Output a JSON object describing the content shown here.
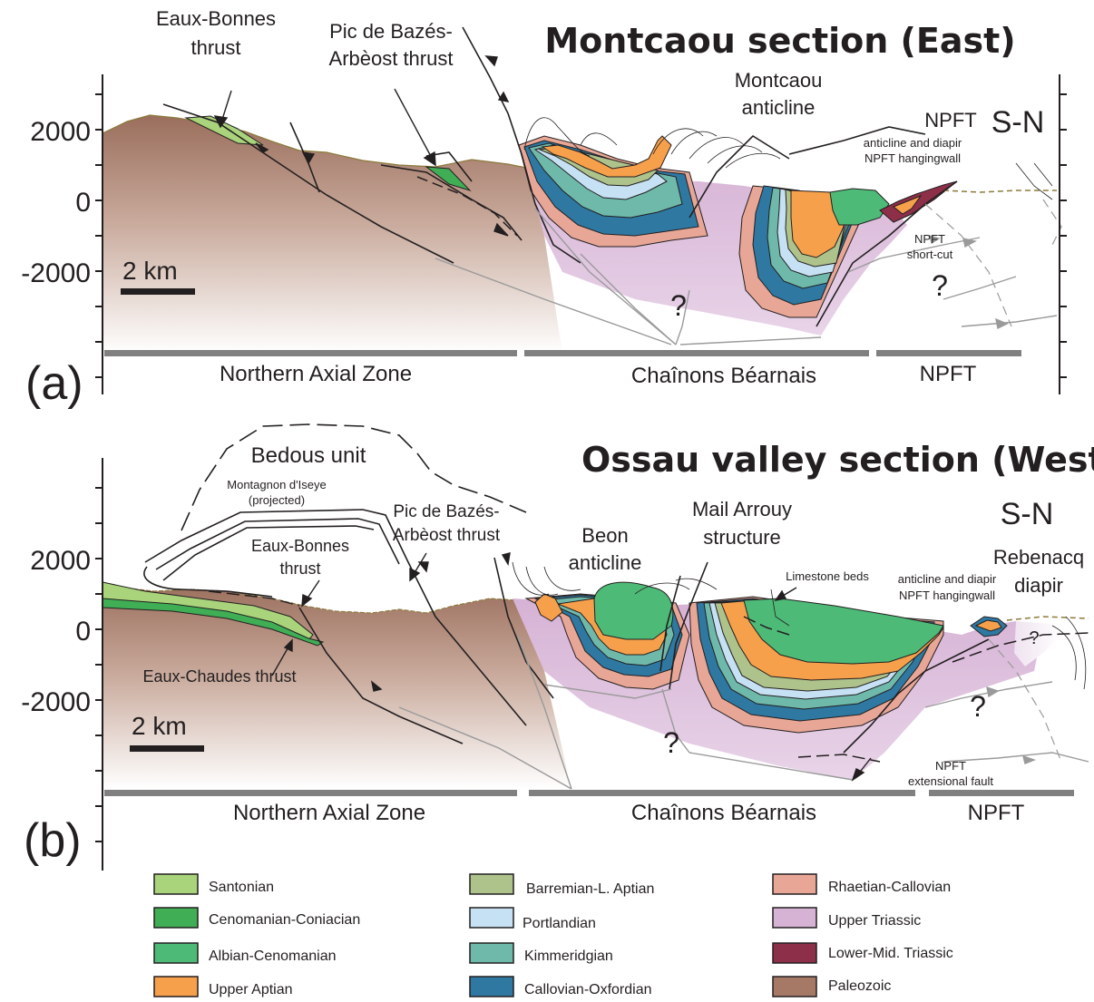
{
  "panel_a": {
    "letter": "(a)",
    "title": "Montcaou section (East)",
    "orientation": "S-N",
    "elevation_ticks": [
      "2000",
      "0",
      "-2000"
    ],
    "scale_bar": "2 km",
    "labels": {
      "eaux_bonnes_1": "Eaux-Bonnes",
      "eaux_bonnes_2": "thrust",
      "pic_1": "Pic de Bazés-",
      "pic_2": "Arbèost thrust",
      "montcaou_1": "Montcaou",
      "montcaou_2": "anticline",
      "npft": "NPFT",
      "diapir_1": "anticline and diapir",
      "diapir_2": "NPFT hangingwall",
      "shortcut_1": "NPFT",
      "shortcut_2": "short-cut",
      "q1": "?",
      "q2": "?"
    },
    "zones": [
      "Northern Axial Zone",
      "Chaînons Béarnais",
      "NPFT"
    ]
  },
  "panel_b": {
    "letter": "(b)",
    "title": "Ossau valley section (West)",
    "orientation": "S-N",
    "elevation_ticks": [
      "2000",
      "0",
      "-2000"
    ],
    "scale_bar": "2 km",
    "labels": {
      "bedous": "Bedous unit",
      "montagnon_1": "Montagnon d'Iseye",
      "montagnon_2": "(projected)",
      "eaux_bonnes_1": "Eaux-Bonnes",
      "eaux_bonnes_2": "thrust",
      "eaux_chaudes": "Eaux-Chaudes thrust",
      "pic_1": "Pic de Bazés-",
      "pic_2": "Arbèost thrust",
      "beon_1": "Beon",
      "beon_2": "anticline",
      "mail_1": "Mail Arrouy",
      "mail_2": "structure",
      "limestone": "Limestone beds",
      "diapir_1": "anticline and diapir",
      "diapir_2": "NPFT hangingwall",
      "rebenacq_1": "Rebenacq",
      "rebenacq_2": "diapir",
      "ext_1": "NPFT",
      "ext_2": "extensional fault",
      "q1": "?",
      "q2": "?",
      "q3": "?"
    },
    "zones": [
      "Northern Axial Zone",
      "Chaînons Béarnais",
      "NPFT"
    ]
  },
  "legend": [
    {
      "label": "Santonian",
      "color": "#a9d47b"
    },
    {
      "label": "Cenomanian-Coniacian",
      "color": "#3fae55"
    },
    {
      "label": "Albian-Cenomanian",
      "color": "#4dbb77"
    },
    {
      "label": "Upper Aptian",
      "color": "#f7a04b"
    },
    {
      "label": "Barremian-L. Aptian",
      "color": "#aec38c"
    },
    {
      "label": "Portlandian",
      "color": "#c6e1f3"
    },
    {
      "label": "Kimmeridgian",
      "color": "#6fb9ab"
    },
    {
      "label": "Callovian-Oxfordian",
      "color": "#2e78a2"
    },
    {
      "label": "Rhaetian-Callovian",
      "color": "#e8a796"
    },
    {
      "label": "Upper Triassic",
      "color": "#d6b2d5"
    },
    {
      "label": "Lower-Mid. Triassic",
      "color": "#8e2f49"
    },
    {
      "label": "Paleozoic",
      "color": "#a67966"
    }
  ]
}
